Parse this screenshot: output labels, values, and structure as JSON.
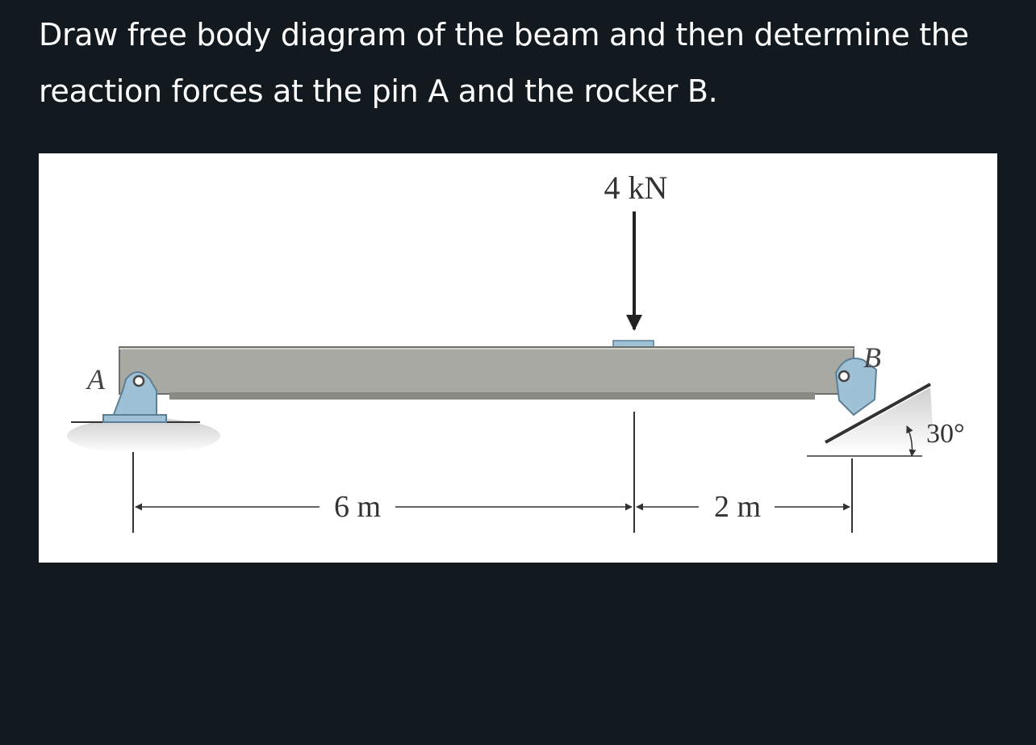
{
  "question": {
    "text": "Draw free body diagram of the beam and then determine the reaction forces at the pin A and the rocker B."
  },
  "diagram": {
    "load_label": "4 kN",
    "point_a_label": "A",
    "point_b_label": "B",
    "dim_left_label": "6 m",
    "dim_right_label": "2 m",
    "angle_label": "30°",
    "colors": {
      "beam": "#a9a9a4",
      "beam_edge": "#6e6e69",
      "support": "#9fc1d6",
      "support_edge": "#5c7f95",
      "ground": "#d9d9d9",
      "line": "#333333"
    }
  }
}
